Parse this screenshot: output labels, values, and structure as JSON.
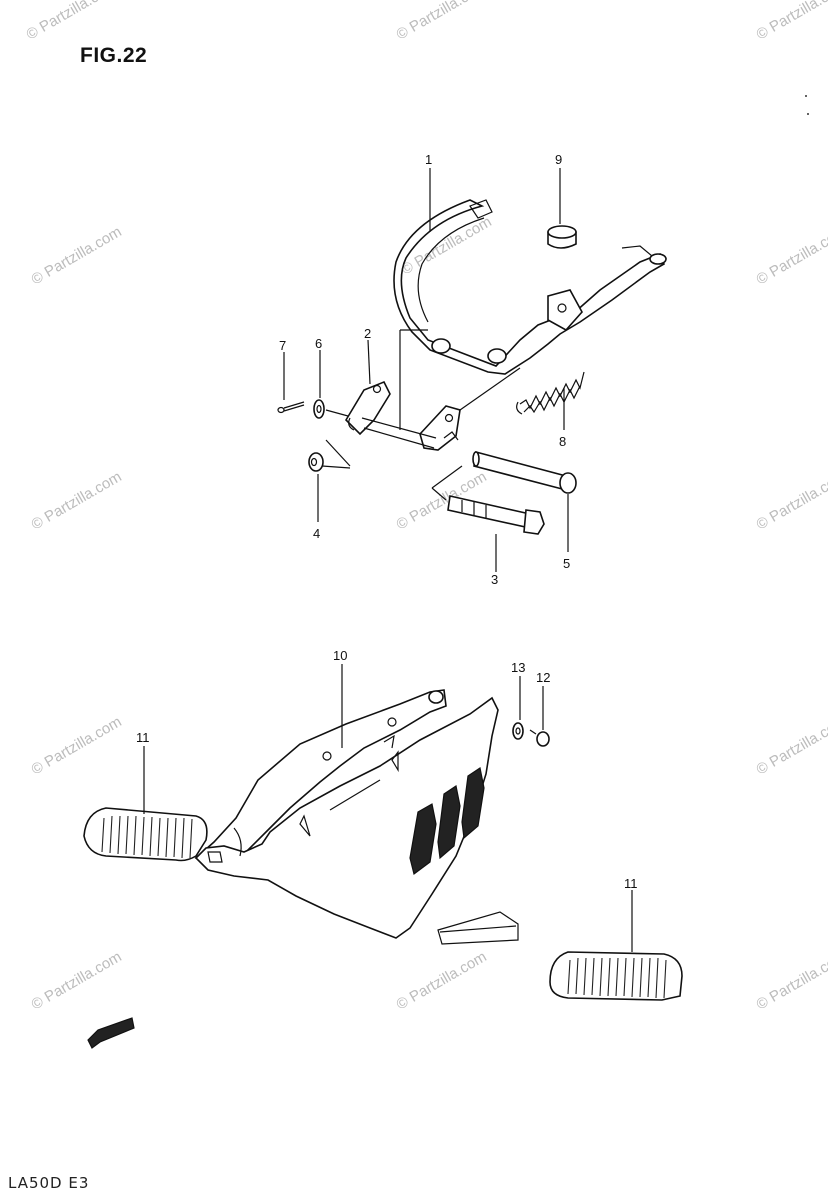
{
  "figure": {
    "title": "FIG.22",
    "model_code": "LA50D E3"
  },
  "watermark": {
    "text": "© Partzilla.com"
  },
  "callouts": [
    "1",
    "2",
    "3",
    "4",
    "5",
    "5",
    "6",
    "7",
    "8",
    "9",
    "10",
    "11",
    "11",
    "12",
    "13"
  ],
  "parts": [
    {
      "id": "1",
      "name": "center-stand"
    },
    {
      "id": "2",
      "name": "stand-bracket"
    },
    {
      "id": "3",
      "name": "bolt"
    },
    {
      "id": "4",
      "name": "nut"
    },
    {
      "id": "5",
      "name": "shaft-pin"
    },
    {
      "id": "6",
      "name": "washer"
    },
    {
      "id": "7",
      "name": "cotter-pin"
    },
    {
      "id": "8",
      "name": "spring"
    },
    {
      "id": "9",
      "name": "rubber-stopper"
    },
    {
      "id": "10",
      "name": "footrest-bracket"
    },
    {
      "id": "11",
      "name": "footrest-rubber"
    },
    {
      "id": "12",
      "name": "screw"
    },
    {
      "id": "13",
      "name": "washer"
    }
  ]
}
